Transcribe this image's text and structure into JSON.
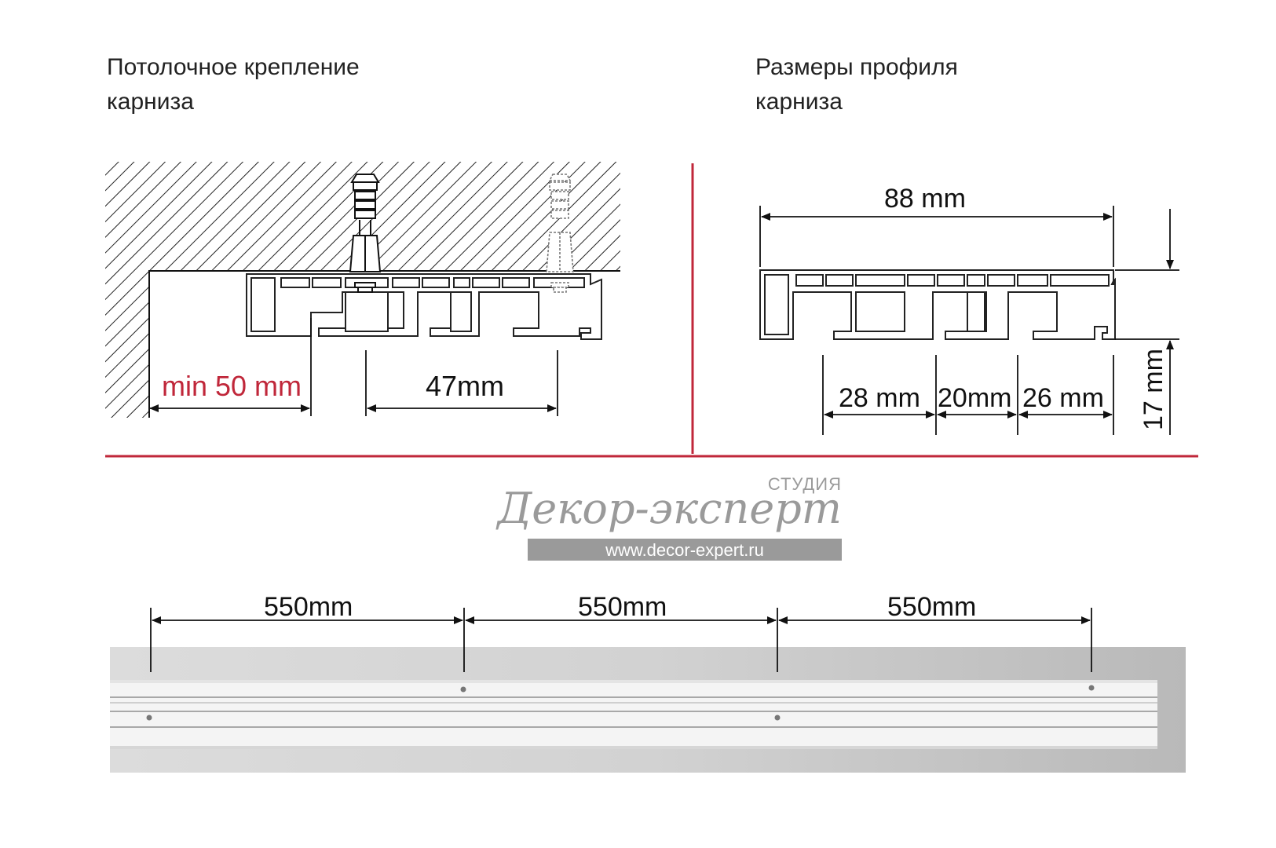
{
  "headings": {
    "left": [
      "Потолочное крепление",
      "карниза"
    ],
    "right": [
      "Размеры профиля",
      "карниза"
    ]
  },
  "left_diagram": {
    "min_label": "min 50 mm",
    "spacing_label": "47mm"
  },
  "right_diagram": {
    "width_label": "88 mm",
    "seg1_label": "28 mm",
    "seg2_label": "20mm",
    "seg3_label": "26 mm",
    "height_label": "17 mm"
  },
  "logo": {
    "studio": "СТУДИЯ",
    "name": "Декор-эксперт",
    "url": "www.decor-expert.ru"
  },
  "bottom": {
    "span1": "550mm",
    "span2": "550mm",
    "span3": "550mm"
  },
  "colors": {
    "accent": "#c0273a",
    "logo_gray": "#9a9a9a",
    "photo_bg": "#c9c9c9"
  }
}
